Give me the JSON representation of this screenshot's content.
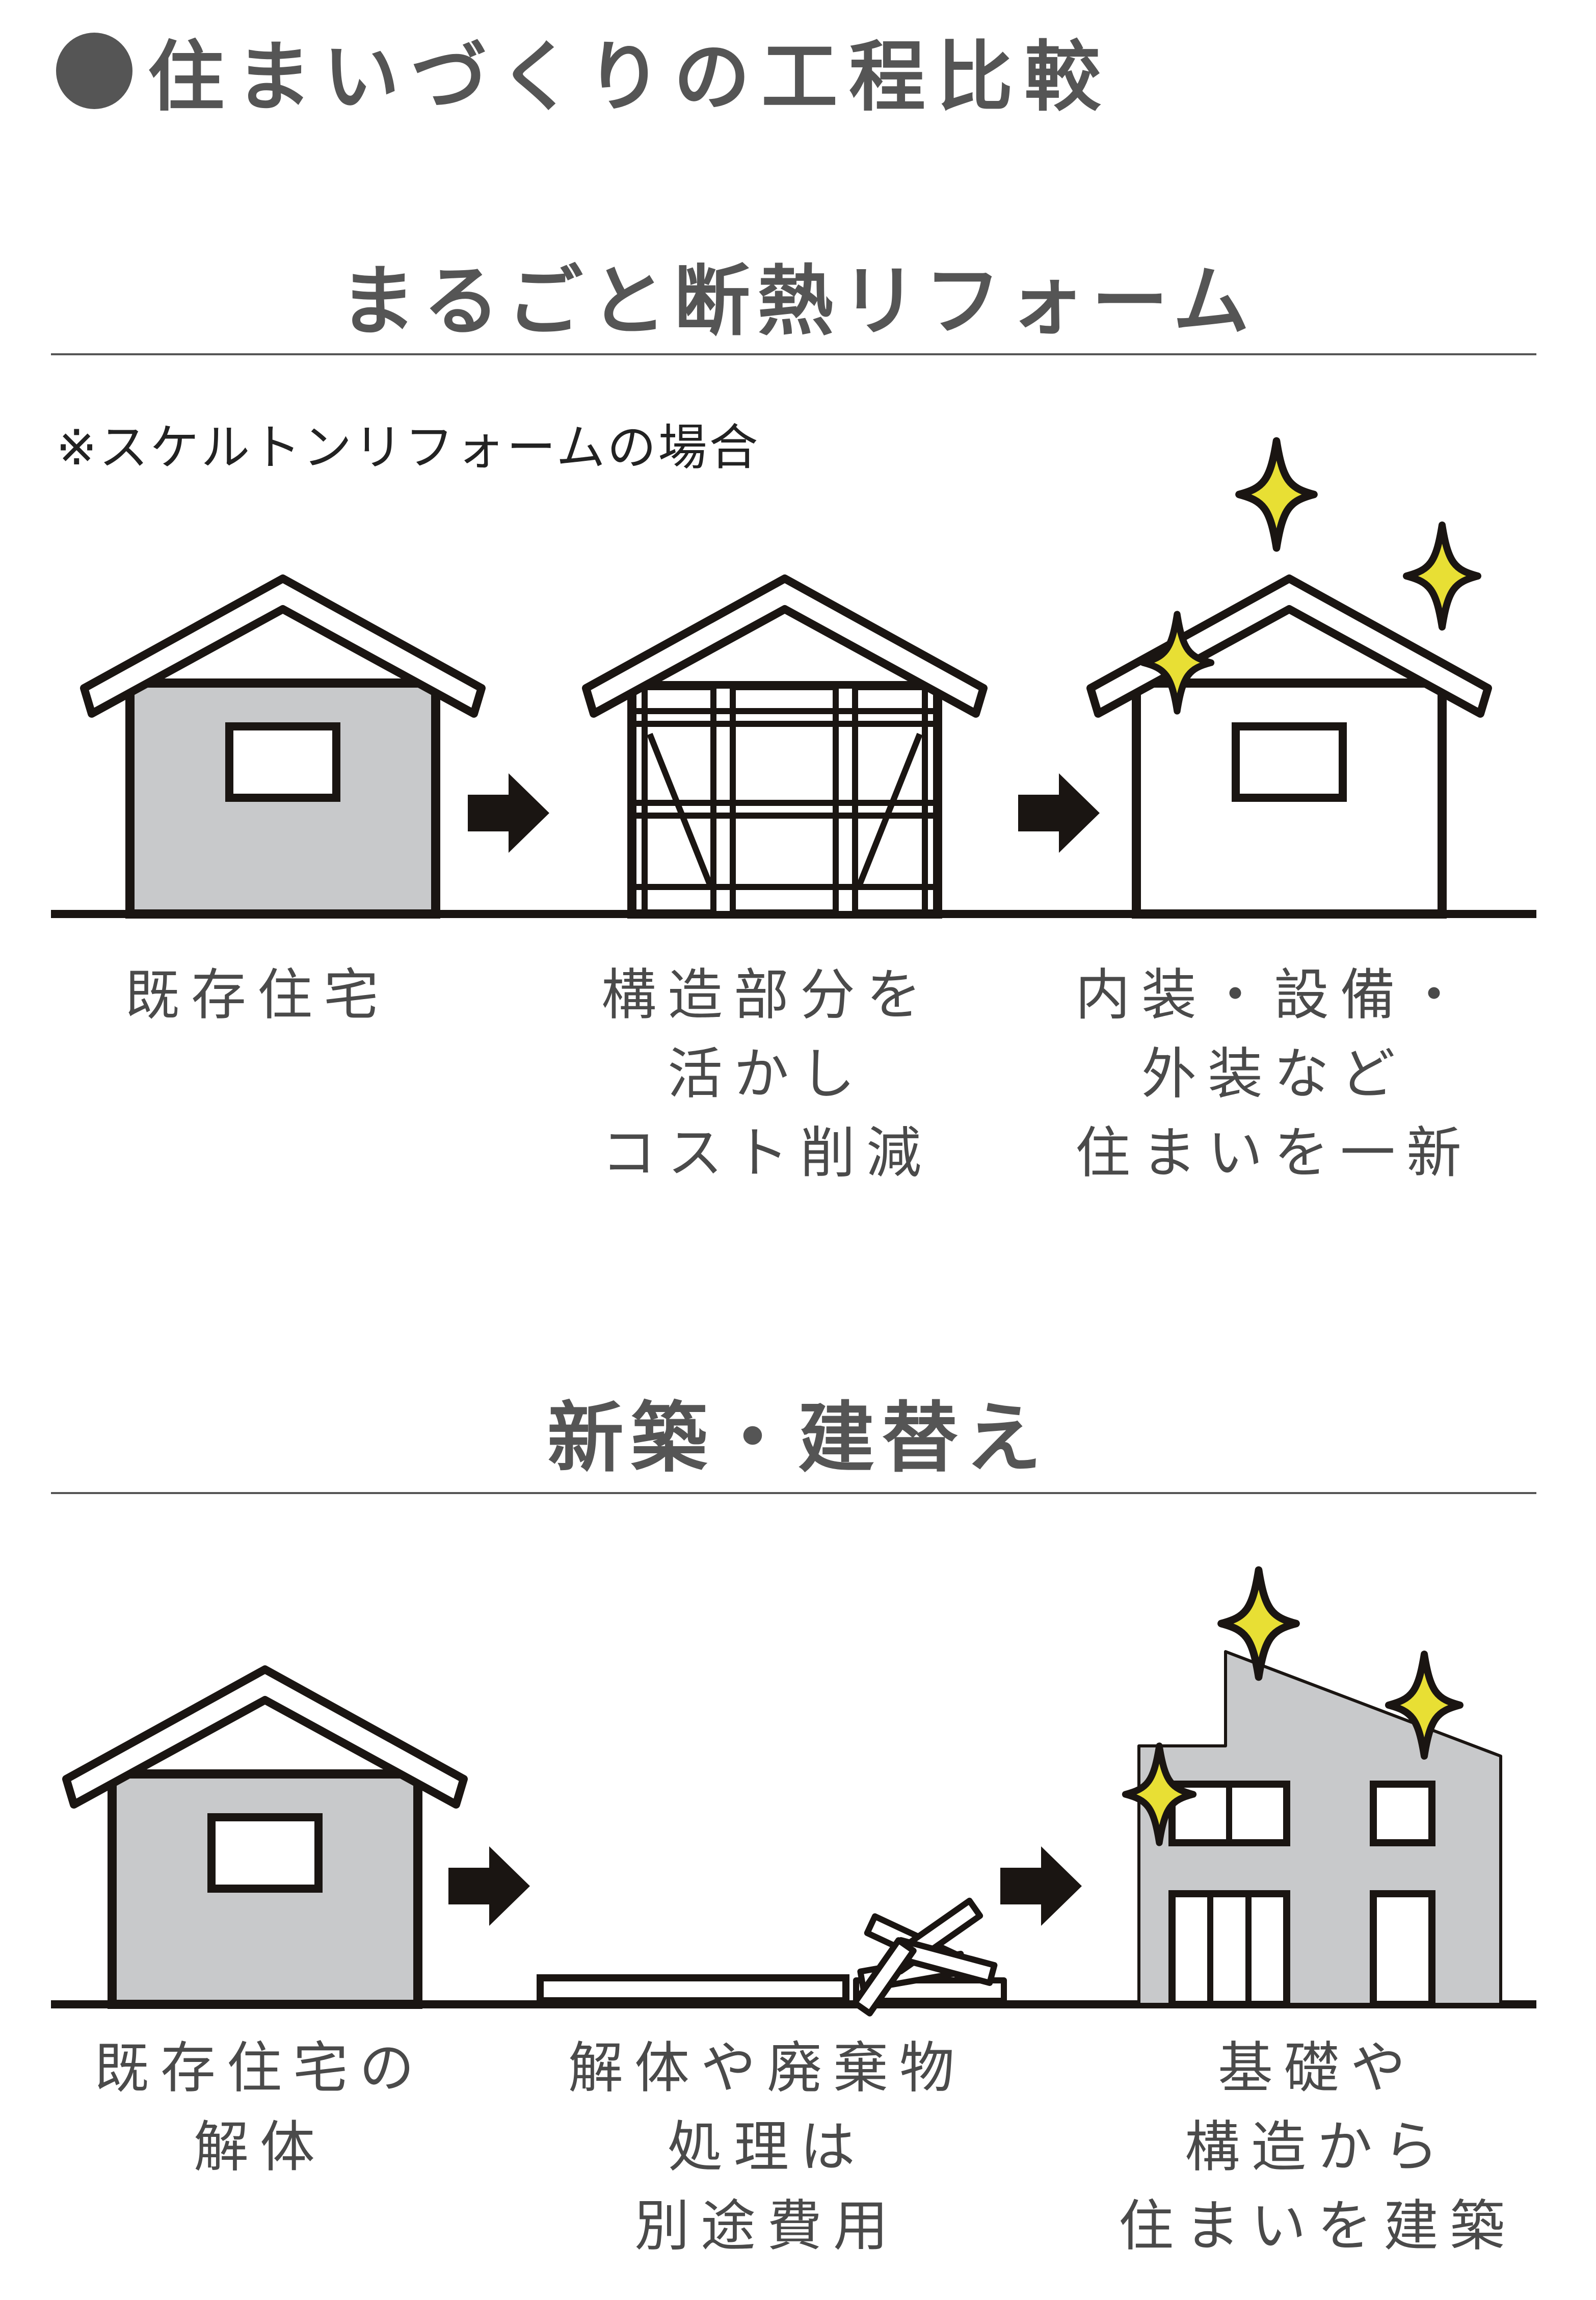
{
  "page_title": "住まいづくりの工程比較",
  "sections": [
    {
      "title": "まるごと断熱リフォーム",
      "note": "※スケルトンリフォームの場合",
      "steps": [
        {
          "caption": [
            "既存住宅"
          ]
        },
        {
          "caption": [
            "構造部分を",
            "活かし",
            "コスト削減"
          ]
        },
        {
          "caption": [
            "内装・設備・",
            "外装など",
            "住まいを一新"
          ]
        }
      ]
    },
    {
      "title": "新築・建替え",
      "steps": [
        {
          "caption": [
            "既存住宅の",
            "解体"
          ]
        },
        {
          "caption": [
            "解体や廃棄物",
            "処理は",
            "別途費用"
          ]
        },
        {
          "caption": [
            "基礎や",
            "構造から",
            "住まいを建築"
          ]
        }
      ]
    }
  ],
  "colors": {
    "text": "#4a4a4a",
    "line": "#1a1512",
    "house_fill": "#c8c9cb",
    "sparkle": "#e8df34"
  },
  "icons": [
    "house-icon",
    "frame-house-icon",
    "new-house-icon",
    "arrow-right-icon",
    "sparkle-icon",
    "foundation-icon",
    "rubble-icon",
    "modern-house-icon"
  ]
}
